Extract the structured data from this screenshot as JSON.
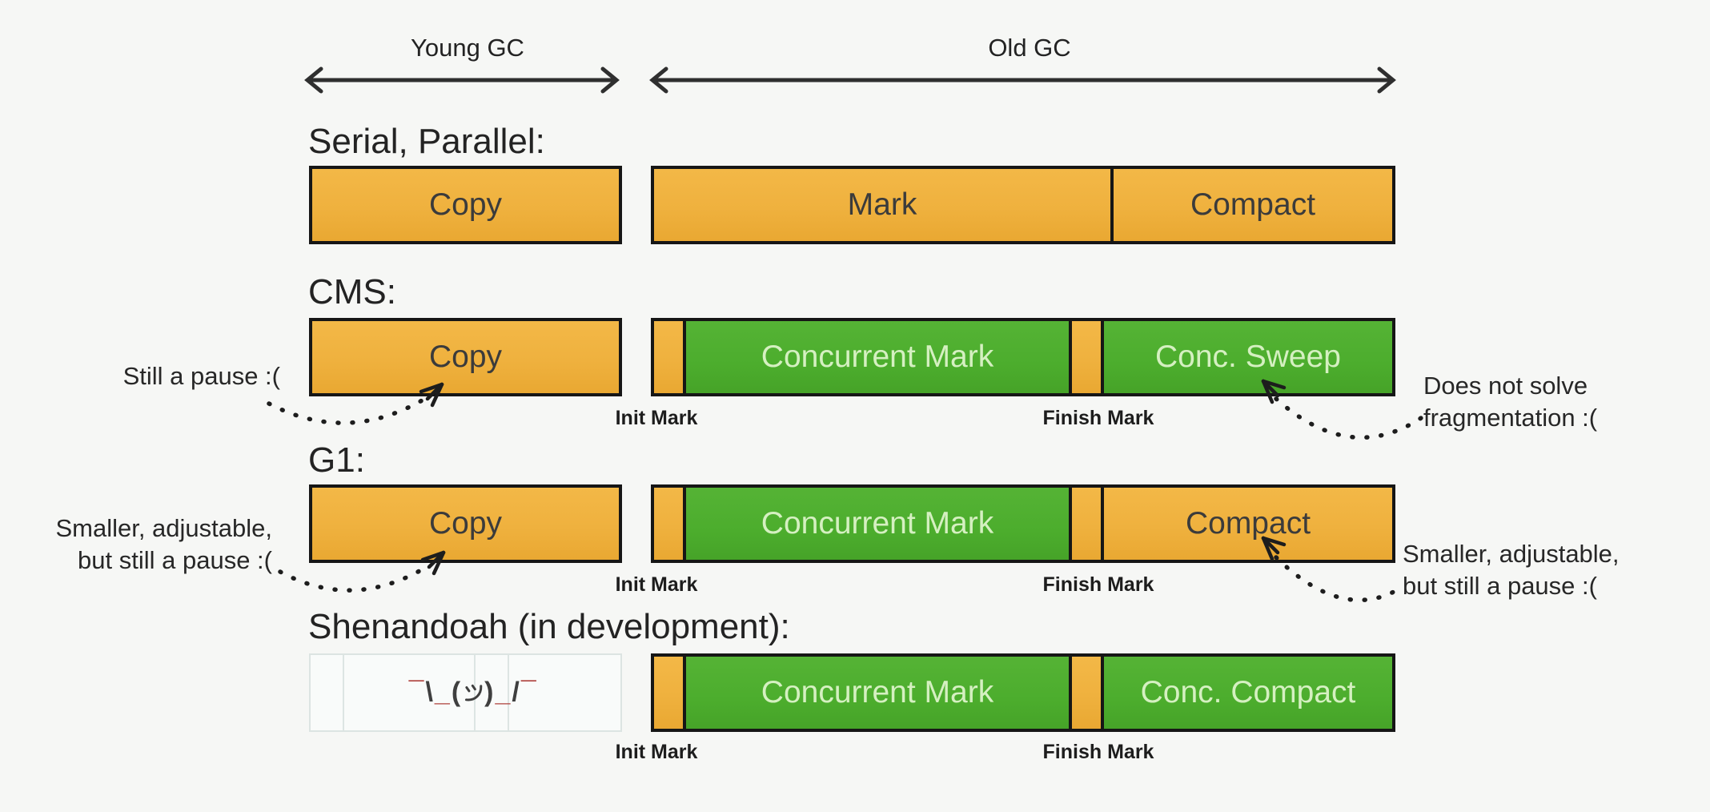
{
  "axis": {
    "young": "Young GC",
    "old": "Old GC"
  },
  "colors": {
    "background": "#f6f7f5",
    "pause_orange": "#efb13e",
    "concurrent_green": "#4cad2d",
    "bar_border": "#161616",
    "text_dark": "#2a2a2a",
    "text_on_green": "#d5f0c1",
    "shrug_red": "#ae403c",
    "shrug_ink": "#3f3f3f"
  },
  "rows": [
    {
      "id": "serial-parallel",
      "heading": "Serial, Parallel:",
      "young": {
        "label": "Copy",
        "kind": "pause"
      },
      "old": [
        {
          "label": "Mark",
          "kind": "pause"
        },
        {
          "label": "Compact",
          "kind": "pause"
        }
      ]
    },
    {
      "id": "cms",
      "heading": "CMS:",
      "young": {
        "label": "Copy",
        "kind": "pause"
      },
      "old": [
        {
          "label": "",
          "kind": "pause"
        },
        {
          "label": "Concurrent Mark",
          "kind": "concurrent"
        },
        {
          "label": "",
          "kind": "pause"
        },
        {
          "label": "Conc. Sweep",
          "kind": "concurrent"
        }
      ],
      "markers": [
        {
          "label": "Init Mark"
        },
        {
          "label": "Finish Mark"
        }
      ],
      "notes": {
        "left": [
          "Still a pause :("
        ],
        "right": [
          "Does not solve",
          "fragmentation :("
        ]
      }
    },
    {
      "id": "g1",
      "heading": "G1:",
      "young": {
        "label": "Copy",
        "kind": "pause"
      },
      "old": [
        {
          "label": "",
          "kind": "pause"
        },
        {
          "label": "Concurrent Mark",
          "kind": "concurrent"
        },
        {
          "label": "",
          "kind": "pause"
        },
        {
          "label": "Compact",
          "kind": "pause"
        }
      ],
      "markers": [
        {
          "label": "Init Mark"
        },
        {
          "label": "Finish Mark"
        }
      ],
      "notes": {
        "left": [
          "Smaller, adjustable,",
          "but still a pause :("
        ],
        "right": [
          "Smaller, adjustable,",
          "but still a pause :("
        ]
      }
    },
    {
      "id": "shenandoah",
      "heading": "Shenandoah (in development):",
      "young": {
        "shrug": "¯\\_(ツ)_/¯",
        "shrug_parts": [
          "¯",
          "\\",
          "_",
          "(",
          "ツ",
          ")",
          "_",
          "/",
          "¯"
        ]
      },
      "old": [
        {
          "label": "",
          "kind": "pause"
        },
        {
          "label": "Concurrent Mark",
          "kind": "concurrent"
        },
        {
          "label": "",
          "kind": "pause"
        },
        {
          "label": "Conc. Compact",
          "kind": "concurrent"
        }
      ],
      "markers": [
        {
          "label": "Init Mark"
        },
        {
          "label": "Finish Mark"
        }
      ]
    }
  ]
}
